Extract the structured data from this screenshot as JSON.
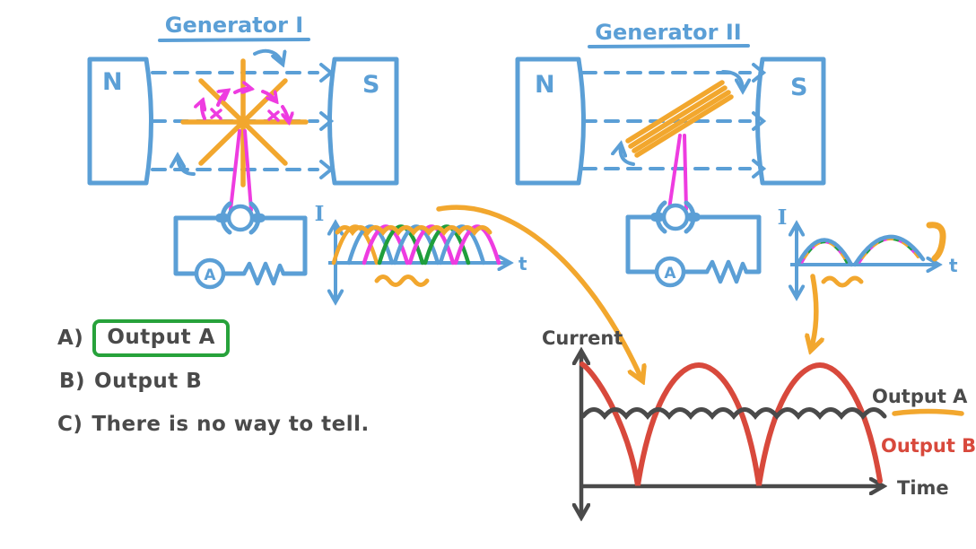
{
  "colors": {
    "blue": "#5b9fd6",
    "orange": "#f2a72e",
    "magenta": "#ee3ce0",
    "green": "#1f9e3c",
    "red": "#d8493c",
    "dark": "#4a4a4a",
    "answer_box_green": "#27a23b"
  },
  "generator1": {
    "title": "Generator I",
    "pole_left": "N",
    "pole_right": "S",
    "ammeter": "A",
    "graph": {
      "y_label": "I",
      "x_label": "t"
    }
  },
  "generator2": {
    "title": "Generator II",
    "pole_left": "N",
    "pole_right": "S",
    "ammeter": "A",
    "graph": {
      "y_label": "I",
      "x_label": "t"
    }
  },
  "options": [
    {
      "prefix": "A)",
      "label": "Output A",
      "boxed": true
    },
    {
      "prefix": "B)",
      "label": "Output B",
      "boxed": false
    },
    {
      "prefix": "C)",
      "label": "There is no way to tell.",
      "boxed": false
    }
  ],
  "main_graph": {
    "y_label": "Current",
    "x_label": "Time",
    "legend": [
      {
        "label": "Output A",
        "series_color": "#4a4a4a",
        "swatch_color": "#f2a72e"
      },
      {
        "label": "Output B",
        "series_color": "#d8493c"
      }
    ]
  },
  "chart_data": [
    {
      "type": "line",
      "title": "Generator I output",
      "xlabel": "t",
      "ylabel": "I",
      "description": "Many overlapping phase-shifted rectified half-sine current pulses from a multi-coil generator; their top envelope (orange wavy trace) is nearly constant with small ripple.",
      "series_colors": [
        "#f2a72e",
        "#5b9fd6",
        "#ee3ce0",
        "#1f9e3c"
      ]
    },
    {
      "type": "line",
      "title": "Generator II output",
      "xlabel": "t",
      "ylabel": "I",
      "description": "Two rectified half-sine current pulses (single coil with split-ring commutator)."
    },
    {
      "type": "line",
      "title": "Current vs Time",
      "xlabel": "Time",
      "ylabel": "Current",
      "series": [
        {
          "name": "Output A",
          "shape": "near-constant current with small scalloped ripple"
        },
        {
          "name": "Output B",
          "shape": "large rectified half-sine pulses, about 2.5 pulses shown"
        }
      ],
      "legend_position": "right"
    }
  ]
}
